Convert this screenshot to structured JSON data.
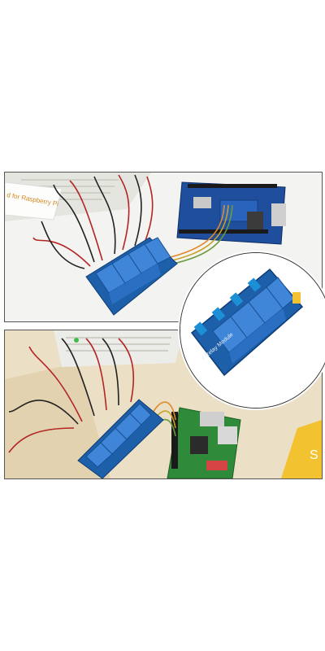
{
  "image": {
    "top_scene": {
      "controller": "arduino-mega-board",
      "module": "4-channel-relay-module",
      "book_text": "d for Raspberry Pi"
    },
    "zoom_scene": {
      "module": "4-channel-relay-module",
      "module_label": "4 Relay Module"
    },
    "bottom_scene": {
      "controller": "raspberry-pi-board",
      "module": "4-channel-relay-module",
      "corner_text": "S"
    },
    "colors": {
      "relay_pcb": "#1d5fa8",
      "relay_cube": "#3f86d8",
      "arduino_pcb": "#1e4e9c",
      "raspberry_pcb": "#2f8b3a",
      "wire_orange": "#e08a2a",
      "wire_red": "#b32424",
      "wire_black": "#222222",
      "breadboard": "#e9e9e4",
      "wood": "#e6d8bd",
      "yellow_corner": "#f2c230"
    }
  }
}
